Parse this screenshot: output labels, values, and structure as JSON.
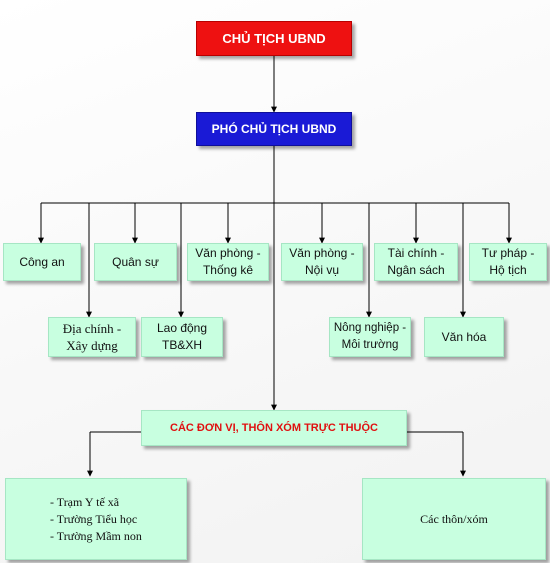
{
  "top": {
    "title": "CHỦ TỊCH UBND"
  },
  "deputy": {
    "title": "PHÓ CHỦ TỊCH UBND"
  },
  "departments": [
    {
      "id": "cong-an",
      "label": "Công an"
    },
    {
      "id": "dia-chinh",
      "label": "Địa chính -\nXây dựng"
    },
    {
      "id": "quan-su",
      "label": "Quân sự"
    },
    {
      "id": "lao-dong",
      "label": "Lao động\nTB&XH"
    },
    {
      "id": "van-phong-thong-ke",
      "label": "Văn phòng -\nThống kê"
    },
    {
      "id": "van-phong-noi-vu",
      "label": "Văn phòng -\nNội vụ"
    },
    {
      "id": "nong-nghiep",
      "label": "Nông nghiệp -\nMôi trường"
    },
    {
      "id": "tai-chinh",
      "label": "Tài chính -\nNgân sách"
    },
    {
      "id": "van-hoa",
      "label": "Văn hóa"
    },
    {
      "id": "tu-phap",
      "label": "Tư pháp -\nHộ tịch"
    }
  ],
  "units": {
    "title": "CÁC ĐƠN VỊ, THÔN XÓM TRỰC THUỘC"
  },
  "left_units": {
    "items": [
      "- Trạm Y tế xã",
      "- Trường Tiểu học",
      "- Trường Mầm non"
    ]
  },
  "right_units": {
    "label": "Các thôn/xóm"
  },
  "colors": {
    "line": "#000000",
    "red": "#ee1111",
    "blue": "#1a1ad6",
    "green": "#c8ffe0",
    "mid_text": "#e01010"
  }
}
